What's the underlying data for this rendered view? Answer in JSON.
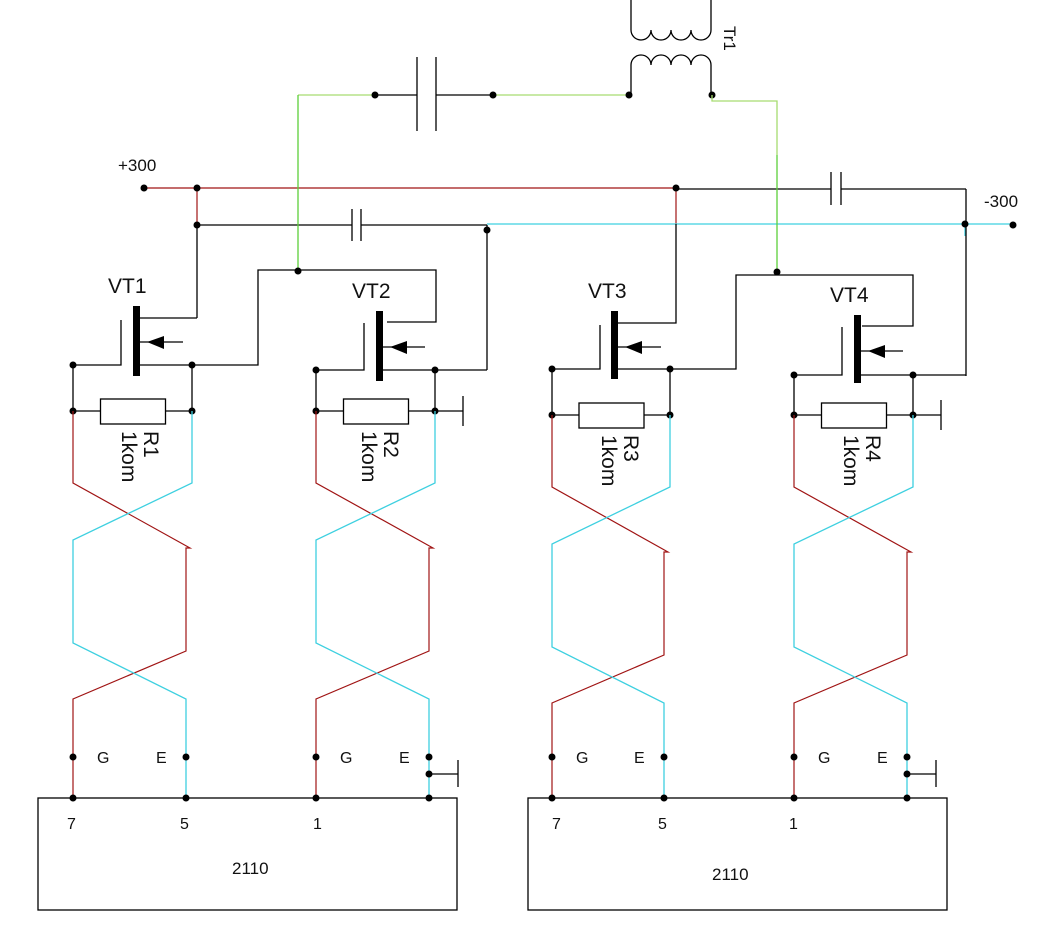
{
  "diagram": {
    "type": "circuit-schematic",
    "power": {
      "positive_label": "+300",
      "negative_label": "-300"
    },
    "transformer": {
      "label": "Tr1"
    },
    "transistors": [
      {
        "label": "VT1"
      },
      {
        "label": "VT2"
      },
      {
        "label": "VT3"
      },
      {
        "label": "VT4"
      }
    ],
    "resistors": [
      {
        "name": "R1",
        "value": "1kom"
      },
      {
        "name": "R2",
        "value": "1kom"
      },
      {
        "name": "R3",
        "value": "1kom"
      },
      {
        "name": "R4",
        "value": "1kom"
      }
    ],
    "terminal_labels": {
      "gate": "G",
      "emitter": "E"
    },
    "drivers": [
      {
        "label": "2110",
        "pins": [
          "7",
          "5",
          "1"
        ]
      },
      {
        "label": "2110",
        "pins": [
          "7",
          "5",
          "1"
        ]
      }
    ],
    "colors": {
      "positive_rail": "#a01414",
      "negative_rail": "#3ed0e0",
      "output": "#5ccf3a",
      "wire": "#000000"
    }
  }
}
